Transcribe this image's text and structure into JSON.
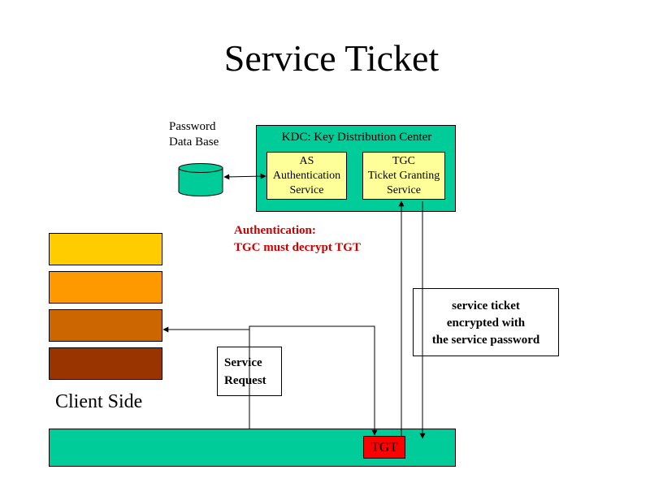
{
  "title": "Service Ticket",
  "password_db": {
    "label_line1": "Password",
    "label_line2": "Data Base"
  },
  "kdc": {
    "title": "KDC: Key Distribution Center",
    "as": {
      "line1": "AS",
      "line2": "Authentication",
      "line3": "Service"
    },
    "tgc": {
      "line1": "TGC",
      "line2": "Ticket Granting",
      "line3": "Service"
    }
  },
  "auth_note": {
    "line1": "Authentication:",
    "line2": "TGC must decrypt TGT",
    "color": "#cc0000"
  },
  "service_ticket_note": {
    "line1": "service ticket",
    "line2": "encrypted with",
    "line3": "the service password"
  },
  "service_request": {
    "line1": "Service",
    "line2": "Request"
  },
  "client_side_label": "Client Side",
  "tgt_label": "TGT",
  "colors": {
    "kdc_green": "#00cc99",
    "yellow_box": "#ffff99",
    "stack_1": "#ffcc00",
    "stack_2": "#ff9900",
    "stack_3": "#cc6600",
    "stack_4": "#993300",
    "tgt_red": "#ff0000"
  }
}
